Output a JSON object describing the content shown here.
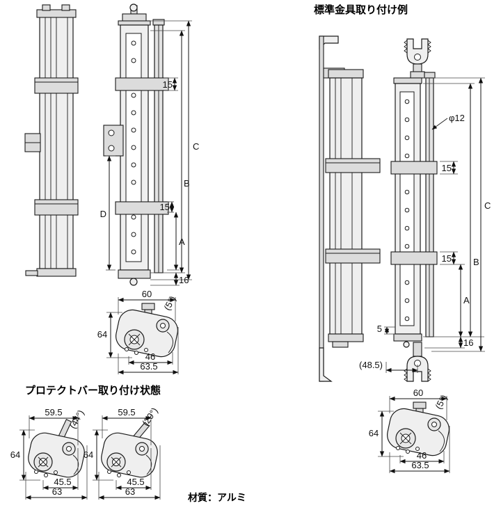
{
  "headings": {
    "standard_bracket_example": "標準金具取り付け例",
    "protect_bar_state": "プロテクトバー取り付け状態",
    "material_note": "材質：アルミ"
  },
  "front_view": {
    "dim_15_top": "15",
    "dim_C": "C",
    "dim_B": "B",
    "dim_D": "D",
    "dim_15_mid": "15",
    "dim_A": "A",
    "dim_16": "16"
  },
  "bracket_detail_left": {
    "dim_60": "60",
    "dim_angle_5": "(5°)",
    "dim_64": "64",
    "dim_46": "46",
    "dim_63_5": "63.5"
  },
  "standard_mount_view": {
    "dim_phi12": "φ12",
    "dim_15_top": "15",
    "dim_C": "C",
    "dim_15_mid": "15",
    "dim_B": "B",
    "dim_A": "A",
    "dim_5": "5",
    "dim_16": "16",
    "dim_48_5": "(48.5)"
  },
  "bracket_detail_right": {
    "dim_60": "60",
    "dim_angle_5": "(5°)",
    "dim_64": "64",
    "dim_46": "46",
    "dim_63_5": "63.5"
  },
  "protect_bar_44": {
    "dim_59_5": "59.5",
    "dim_angle_44": "(44°)",
    "dim_64": "64",
    "dim_45_5": "45.5",
    "dim_63": "63"
  },
  "protect_bar_29": {
    "dim_59_5": "59.5",
    "dim_angle_29": "(29°)",
    "dim_64": "64",
    "dim_45_5": "45.5",
    "dim_63": "63"
  }
}
